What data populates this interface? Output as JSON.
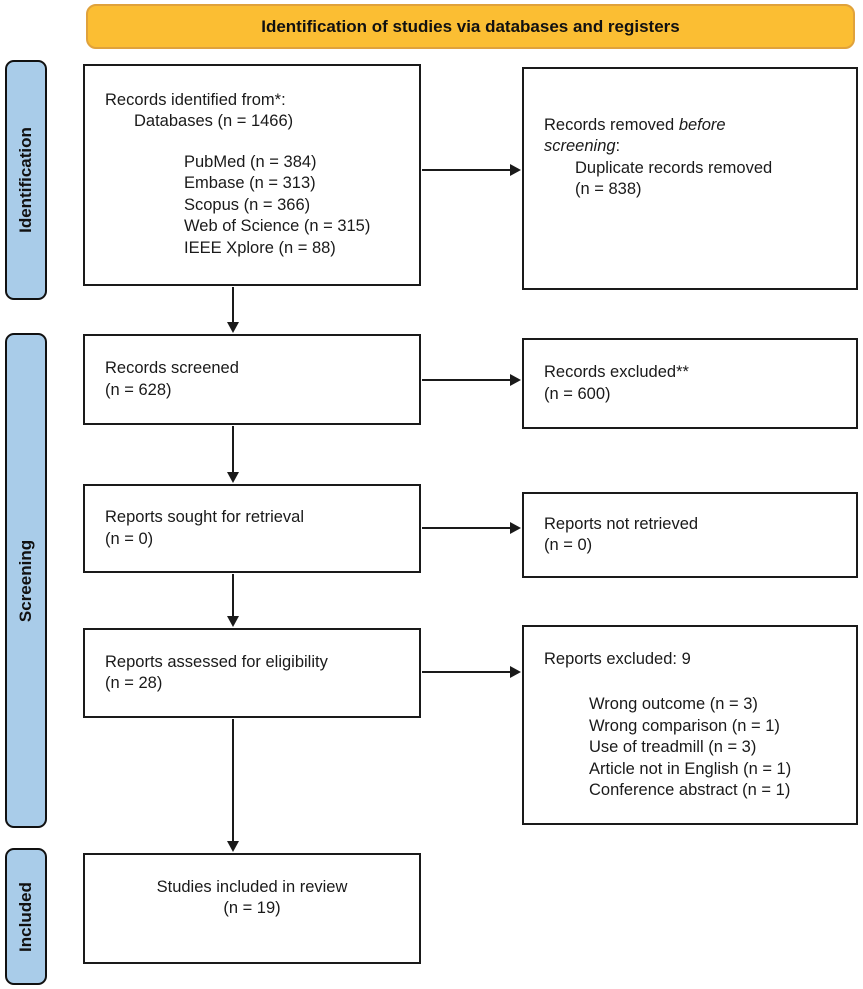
{
  "banner": {
    "label": "Identification of studies via databases and registers"
  },
  "stages": [
    {
      "label": "Identification"
    },
    {
      "label": "Screening"
    },
    {
      "label": "Included"
    }
  ],
  "boxes": {
    "identified": {
      "title": "Records identified from*:",
      "subtitle": "Databases (n = 1466)",
      "databases": [
        "PubMed (n = 384)",
        "Embase (n = 313)",
        "Scopus (n = 366)",
        "Web of Science (n = 315)",
        "IEEE Xplore (n = 88)"
      ]
    },
    "removed": {
      "part1": "Records removed ",
      "italic1": "before",
      "italic2": "screening",
      "colon": ":",
      "detail": "Duplicate records removed",
      "count": "(n = 838)"
    },
    "screened": {
      "title": "Records screened",
      "count": "(n = 628)"
    },
    "excluded": {
      "title": "Records excluded**",
      "count": "(n = 600)"
    },
    "sought": {
      "title": "Reports sought for retrieval",
      "count": "(n = 0)"
    },
    "notretrieved": {
      "title": "Reports not retrieved",
      "count": "(n = 0)"
    },
    "assessed": {
      "title": "Reports assessed for eligibility",
      "count": "(n = 28)"
    },
    "reports_excluded": {
      "title": "Reports excluded: 9",
      "reasons": [
        "Wrong outcome (n = 3)",
        "Wrong comparison (n = 1)",
        "Use of treadmill (n = 3)",
        "Article not in English (n = 1)",
        "Conference abstract (n = 1)"
      ]
    },
    "included": {
      "title": "Studies included in review",
      "count": "(n = 19)"
    }
  },
  "colors": {
    "banner_bg": "#FBBE33",
    "banner_border": "#E0A23B",
    "stage_bg": "#A9CCE9",
    "ink": "#1a1a1a"
  }
}
